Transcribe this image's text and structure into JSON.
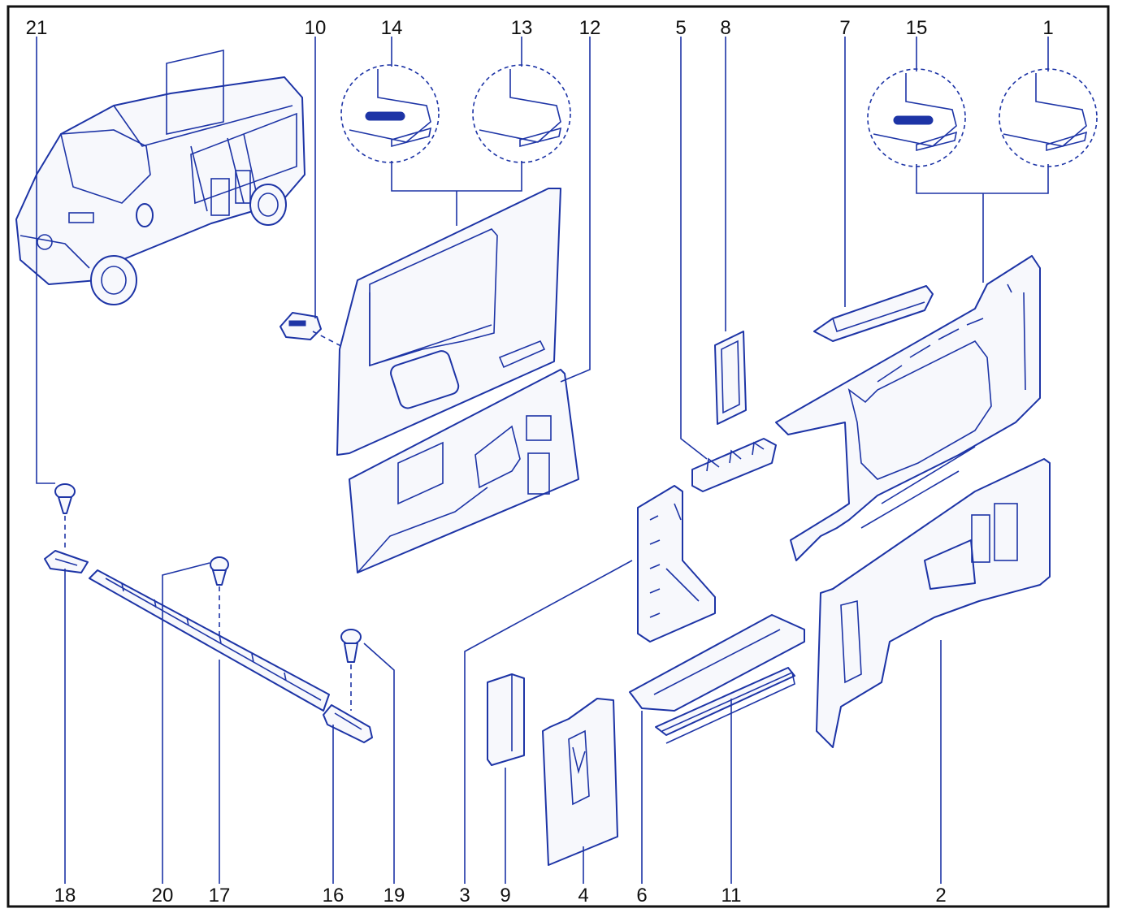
{
  "colors": {
    "line": "#1d34a6",
    "text": "#111111",
    "frame": "#111111",
    "background": "#ffffff"
  },
  "callouts_top": [
    "21",
    "10",
    "14",
    "13",
    "12",
    "5",
    "8",
    "7",
    "15",
    "1"
  ],
  "callouts_bottom": [
    "18",
    "20",
    "17",
    "16",
    "19",
    "3",
    "9",
    "4",
    "6",
    "11",
    "2"
  ]
}
